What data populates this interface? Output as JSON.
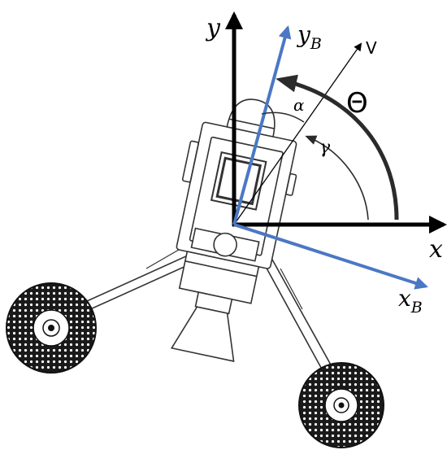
{
  "labels": {
    "y": "y",
    "x": "x",
    "yB_main": "y",
    "yB_sub": "B",
    "xB_main": "x",
    "xB_sub": "B",
    "v": "V",
    "theta": "Θ",
    "alpha": "α",
    "gamma": "γ"
  },
  "colors": {
    "world_axes": "#000000",
    "body_axes": "#4a78c4",
    "velocity": "#000000",
    "arcs": "#2b2b2b",
    "robot_line": "#333333"
  }
}
